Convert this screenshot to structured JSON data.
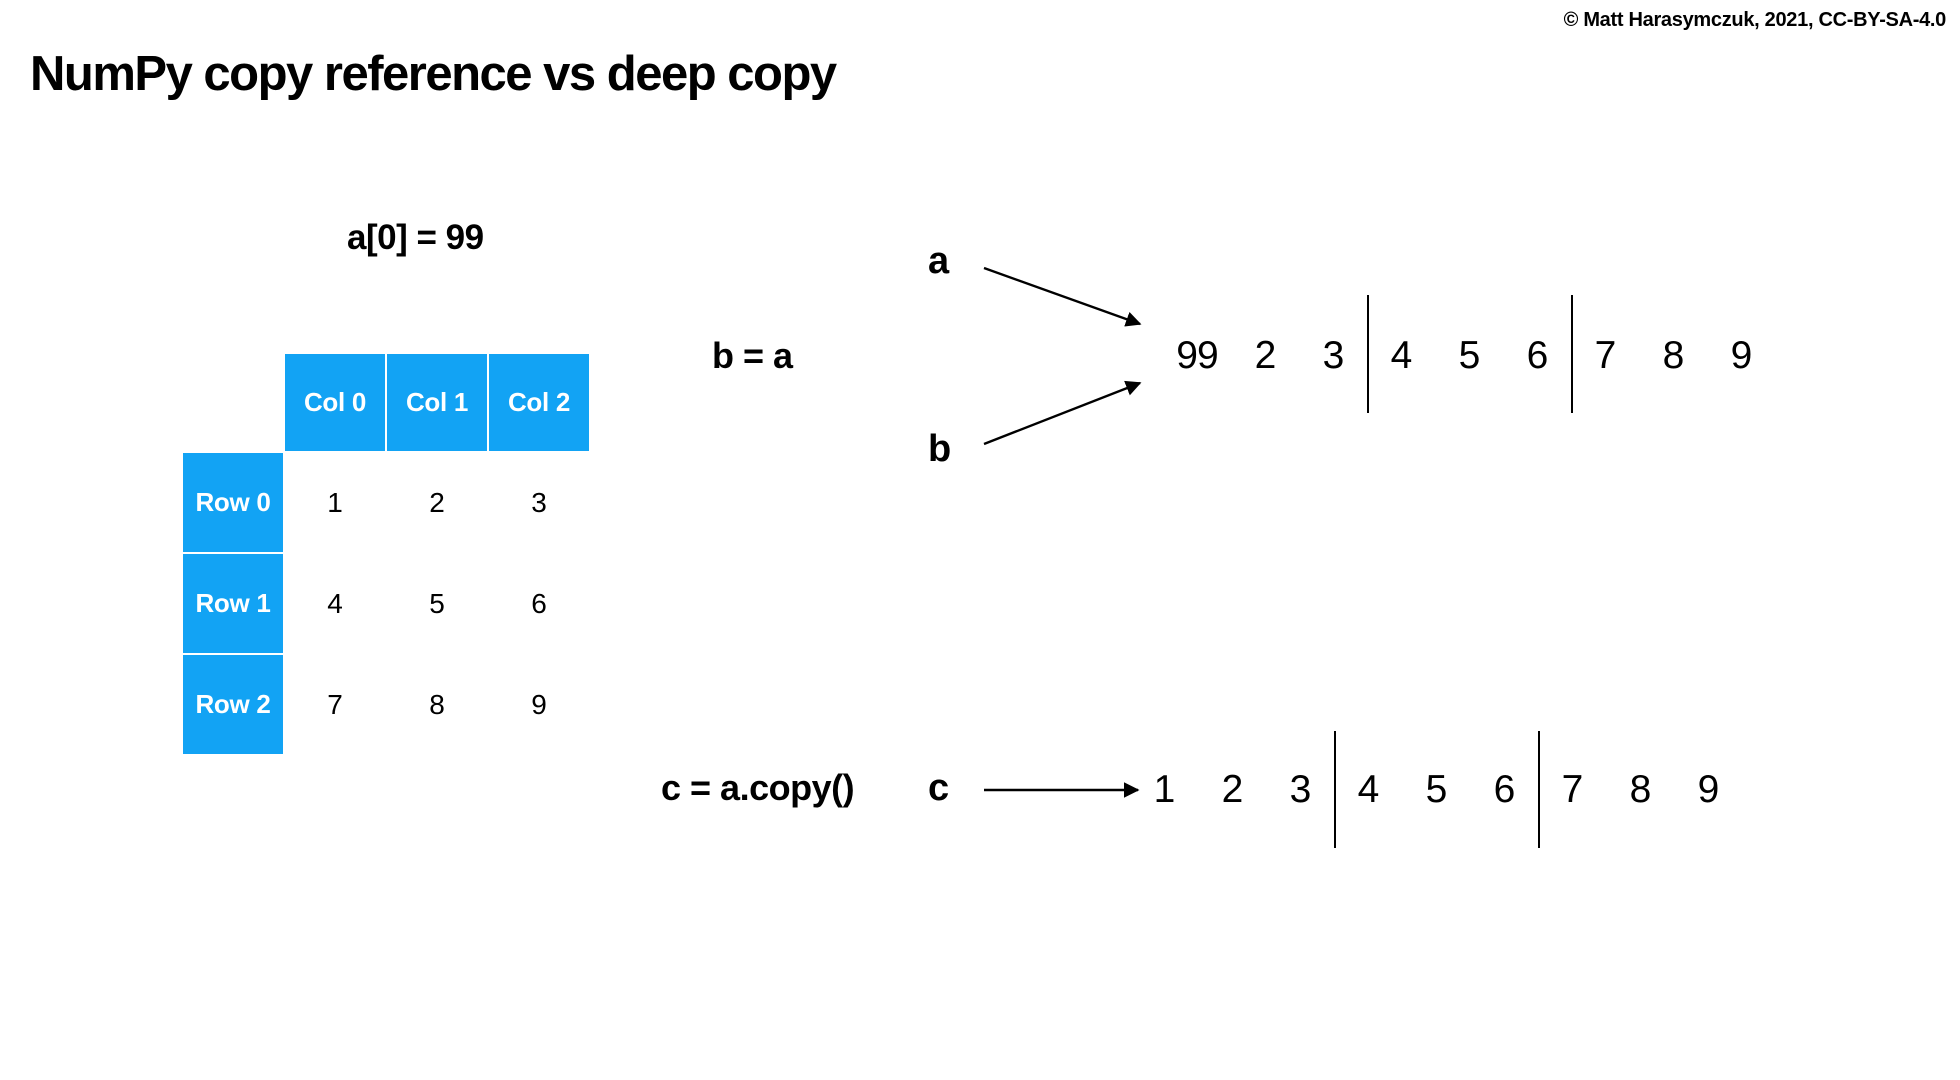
{
  "copyright": "© Matt Harasymczuk, 2021, CC-BY-SA-4.0",
  "title": "NumPy copy reference vs deep copy",
  "mutation_label": "a[0] = 99",
  "table": {
    "col_headers": [
      "Col 0",
      "Col 1",
      "Col 2"
    ],
    "row_headers": [
      "Row 0",
      "Row 1",
      "Row 2"
    ],
    "values": [
      [
        "1",
        "2",
        "3"
      ],
      [
        "4",
        "5",
        "6"
      ],
      [
        "7",
        "8",
        "9"
      ]
    ]
  },
  "reference_section": {
    "expression": "b = a",
    "var_a": "a",
    "var_b": "b",
    "array": [
      "99",
      "2",
      "3",
      "4",
      "5",
      "6",
      "7",
      "8",
      "9"
    ]
  },
  "copy_section": {
    "expression": "c = a.copy()",
    "var_c": "c",
    "array": [
      "1",
      "2",
      "3",
      "4",
      "5",
      "6",
      "7",
      "8",
      "9"
    ]
  },
  "colors": {
    "accent_blue": "#12A3F4",
    "text": "#000000",
    "background": "#FFFFFF"
  }
}
